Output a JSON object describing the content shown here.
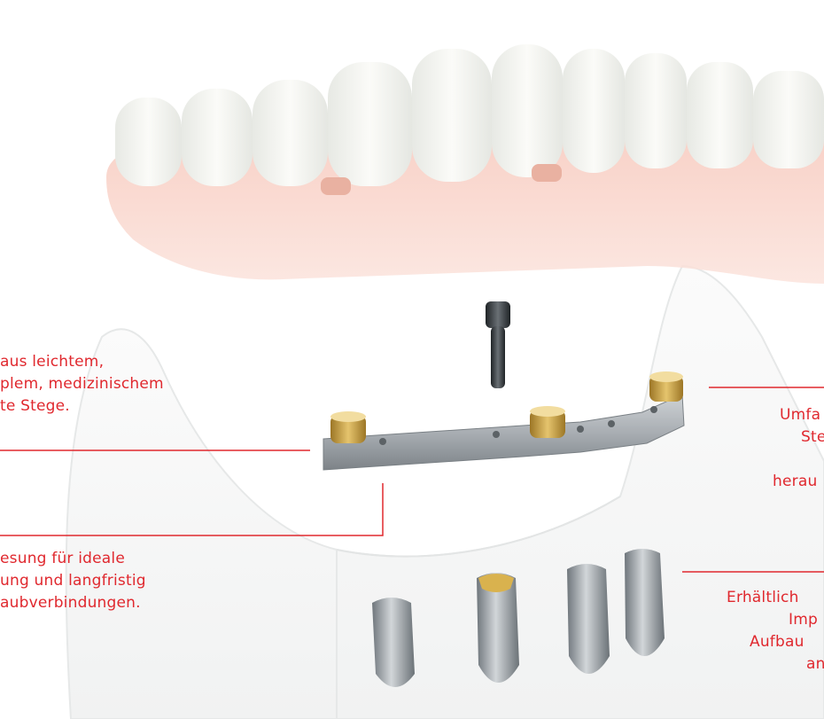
{
  "colors": {
    "accent": "#e0282e",
    "gum": "#f3b8a9",
    "tooth": "#f4f5f0",
    "bar_metal": "#a9aeb3",
    "gold": "#c7a045",
    "implant": "#9aa0a6"
  },
  "callouts": {
    "top_left": {
      "lines": [
        "aus leichtem,",
        "plem, medizinischem",
        "te Stege."
      ]
    },
    "bottom_left": {
      "lines": [
        "esung für ideale",
        "ung und langfristig",
        "aubverbindungen."
      ]
    },
    "top_right": {
      "lines": [
        "Umfa",
        "Ste",
        "",
        "herau"
      ]
    },
    "bottom_right": {
      "lines": [
        "Erhältlich",
        "Imp",
        "Aufbau",
        "an"
      ]
    }
  }
}
